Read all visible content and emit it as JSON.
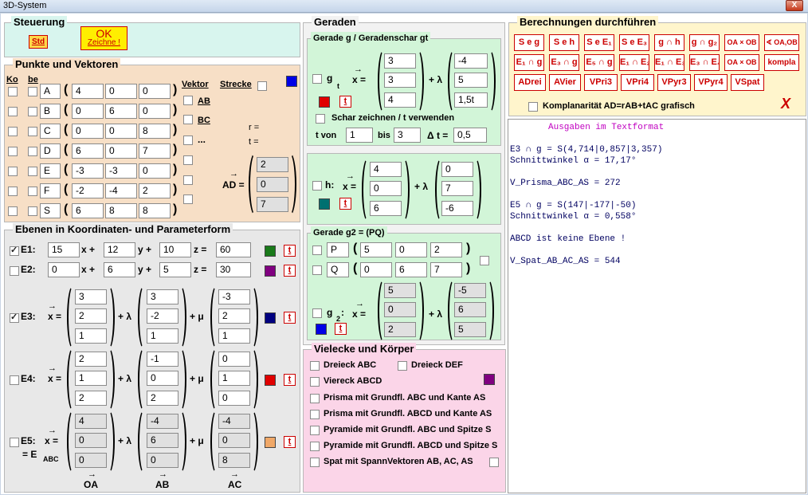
{
  "window": {
    "title": "3D-System",
    "close": "X"
  },
  "steuerung": {
    "title": "Steuerung",
    "std": "Std",
    "ok": "OK",
    "zeichne": "Zeichne !"
  },
  "punkte": {
    "title": "Punkte und Vektoren",
    "ko": "Ko",
    "be": "be",
    "vektor": "Vektor",
    "strecke": "Strecke",
    "rows": [
      {
        "name": "A",
        "v": [
          "4",
          "0",
          "0"
        ]
      },
      {
        "name": "B",
        "v": [
          "0",
          "6",
          "0"
        ]
      },
      {
        "name": "C",
        "v": [
          "0",
          "0",
          "8"
        ]
      },
      {
        "name": "D",
        "v": [
          "6",
          "0",
          "7"
        ]
      },
      {
        "name": "E",
        "v": [
          "-3",
          "-3",
          "0"
        ]
      },
      {
        "name": "F",
        "v": [
          "-2",
          "-4",
          "2"
        ]
      },
      {
        "name": "S",
        "v": [
          "6",
          "8",
          "8"
        ]
      }
    ],
    "vec_ab": "AB",
    "vec_bc": "BC",
    "vec_dots": "...",
    "r": "r =",
    "t": "t =",
    "ad": "AD =",
    "ad_v": [
      "2",
      "0",
      "7"
    ],
    "color": "#0000e6"
  },
  "ebenen": {
    "title": "Ebenen in Koordinaten- und Parameterform",
    "e1": {
      "label": "E1:",
      "a": "15",
      "b": "12",
      "c": "10",
      "d": "60",
      "color": "#1a7a1a"
    },
    "e2": {
      "label": "E2:",
      "a": "0",
      "b": "6",
      "c": "5",
      "d": "30",
      "color": "#800080"
    },
    "x": "x +",
    "y": "y +",
    "z": "z =",
    "xvec": "x =",
    "lambda": "+ λ",
    "mu": "+ μ",
    "e3": {
      "label": "E3:",
      "p": [
        "3",
        "2",
        "1"
      ],
      "u": [
        "3",
        "-2",
        "1"
      ],
      "v": [
        "-3",
        "2",
        "1"
      ],
      "color": "#000080"
    },
    "e4": {
      "label": "E4:",
      "p": [
        "2",
        "1",
        "2"
      ],
      "u": [
        "-1",
        "0",
        "2"
      ],
      "v": [
        "0",
        "1",
        "0"
      ],
      "color": "#e00000"
    },
    "e5": {
      "label": "E5:",
      "sub": "= E",
      "abc": "ABC",
      "p": [
        "4",
        "0",
        "0"
      ],
      "u": [
        "-4",
        "6",
        "0"
      ],
      "v": [
        "-4",
        "0",
        "8"
      ],
      "color": "#f0a868"
    },
    "oa": "OA",
    "ab": "AB",
    "ac": "AC"
  },
  "geraden": {
    "title": "Geraden",
    "g_title": "Gerade g / Geradenschar gt",
    "g": "g",
    "gsub": "t",
    "xeq": "x =",
    "lambda": "+ λ",
    "g_p": [
      "3",
      "3",
      "4"
    ],
    "g_u": [
      "-4",
      "5",
      "1,5t"
    ],
    "g_color": "#e00000",
    "schar": "Schar zeichnen / t verwenden",
    "von": "t  von",
    "von_v": "1",
    "bis": "bis",
    "bis_v": "3",
    "dt": "Δ t =",
    "dt_v": "0,5",
    "h": "h:",
    "h_p": [
      "4",
      "0",
      "6"
    ],
    "h_u": [
      "0",
      "7",
      "-6"
    ],
    "h_color": "#007070",
    "g2_title": "Gerade g2 = (PQ)",
    "p": "P",
    "q": "Q",
    "p_v": [
      "5",
      "0",
      "2"
    ],
    "q_v": [
      "0",
      "6",
      "7"
    ],
    "g2": "g",
    "g2sub": "2",
    "g2_p": [
      "5",
      "0",
      "2"
    ],
    "g2_u": [
      "-5",
      "6",
      "5"
    ],
    "g2_color": "#0000e6"
  },
  "vielecke": {
    "title": "Vielecke und Körper",
    "items": [
      "Dreieck ABC",
      "Dreieck DEF",
      "Viereck ABCD",
      "Prisma mit Grundfl.  ABC und Kante AS",
      "Prisma mit Grundfl.  ABCD und Kante AS",
      "Pyramide mit Grundfl. ABC und Spitze S",
      "Pyramide mit Grundfl. ABCD und Spitze S",
      "Spat mit SpannVektoren  AB, AC, AS"
    ],
    "color": "#800080"
  },
  "berechnungen": {
    "title": "Berechnungen durchführen",
    "row1": [
      "S e g",
      "S e h",
      "S e E₁",
      "S e E₃",
      "g ∩ h",
      "g ∩ g₂",
      "OA × OB",
      "∢ OA,OB"
    ],
    "row2": [
      "E₁ ∩ g",
      "E₃ ∩ g",
      "E₅ ∩ g",
      "E₁ ∩ E₂",
      "E₁ ∩ E₃",
      "E₃ ∩ E₄",
      "OA × OB",
      "kompla"
    ],
    "row3": [
      "ADrei",
      "AVier",
      "VPri3",
      "VPri4",
      "VPyr3",
      "VPyr4",
      "VSpat"
    ],
    "komplanar": "Komplanarität AD=rAB+tAC grafisch",
    "delete": "X"
  },
  "output": {
    "heading": "Ausgaben im Textformat",
    "lines": [
      "E3 ∩ g = S(4,714|0,857|3,357)",
      "Schnittwinkel α = 17,17°",
      "",
      "V_Prisma_ABC_AS = 272",
      "",
      "E5 ∩ g = S(147|-177|-50)",
      "Schnittwinkel α = 0,558°",
      "",
      "ABCD ist keine Ebene !",
      "",
      "V_Spat_AB_AC_AS = 544"
    ]
  }
}
